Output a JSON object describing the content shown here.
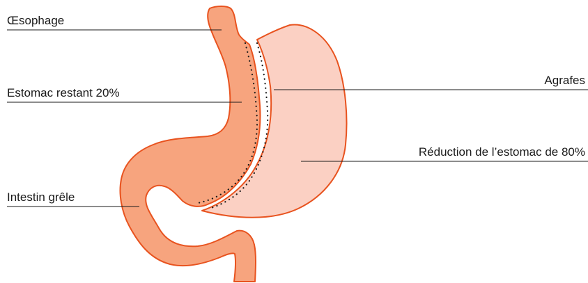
{
  "labels": {
    "esophagus": "Œsophage",
    "remaining_stomach": "Estomac restant 20%",
    "small_intestine": "Intestin grêle",
    "staples": "Agrafes",
    "stomach_reduction": "Réduction de l’estomac de 80%"
  },
  "colors": {
    "sleeve_fill": "#f7a47e",
    "removed_fill": "#fbd0c3",
    "outline": "#e8531f",
    "staples": "#1a1a1a",
    "text": "#1a1a1a"
  }
}
